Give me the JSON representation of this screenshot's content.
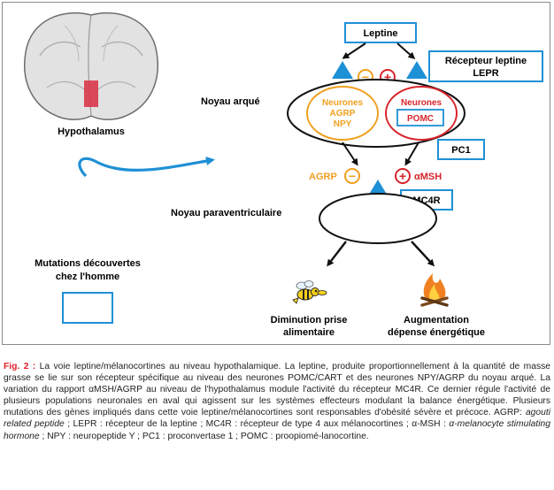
{
  "colors": {
    "blue": "#1e90d6",
    "orange": "#f0a020",
    "red": "#d8242c",
    "frame": "#8a8a8a",
    "figlabel": "#e0202a"
  },
  "icons": [
    "brain-section-icon",
    "receptor-triangle-icon",
    "inhibition-circle-icon",
    "activation-circle-icon",
    "bee-icon",
    "campfire-icon"
  ],
  "diagram": {
    "leptine": "Leptine",
    "lepr_line1": "Récepteur leptine",
    "lepr_line2": "LEPR",
    "hypothalamus": "Hypothalamus",
    "noyau_arque": "Noyau arqué",
    "agrp_neurons_line1": "Neurones",
    "agrp_neurons_line2": "AGRP",
    "agrp_neurons_line3": "NPY",
    "pomc_neurons_line1": "Neurones",
    "pomc": "POMC",
    "pc1": "PC1",
    "agrp": "AGRP",
    "amsh": "αMSH",
    "mc4r": "MC4R",
    "noyau_paraventriculaire": "Noyau paraventriculaire",
    "mutations_line1": "Mutations découvertes",
    "mutations_line2": "chez l'homme",
    "diminution_line1": "Diminution prise",
    "diminution_line2": "alimentaire",
    "augmentation_line1": "Augmentation",
    "augmentation_line2": "dépense énergétique",
    "minus_sign": "−",
    "plus_sign": "+"
  },
  "caption": {
    "fig_label": "Fig. 2 :",
    "text1": " La voie leptine/mélanocortines au niveau hypothalamique. La leptine, produite proportionnellement à la quantité de masse grasse se lie sur son récepteur spécifique au niveau des neurones POMC/CART et des neurones NPY/AGRP du noyau arqué. La variation du rapport αMSH/AGRP au niveau de l'hypothalamus module l'activité du récepteur MC4R. Ce dernier régule l'activité de plusieurs populations neuronales en aval qui agissent sur les systèmes effecteurs modulant la balance énergétique. Plusieurs mutations des gènes impliqués dans cette voie leptine/mélanocortines sont responsables d'obésité sévère et précoce. AGRP: ",
    "agrp_def": "agouti related peptide",
    "text2": " ; LEPR : récepteur de la leptine ; MC4R : récepteur de type 4 aux mélanocortines ; α-MSH : ",
    "amsh_def": "α-melanocyte stimulating hormone",
    "text3": " ; NPY : neuropeptide Y ; PC1 : proconvertase 1 ; POMC : proopiomé-lanocortine."
  }
}
